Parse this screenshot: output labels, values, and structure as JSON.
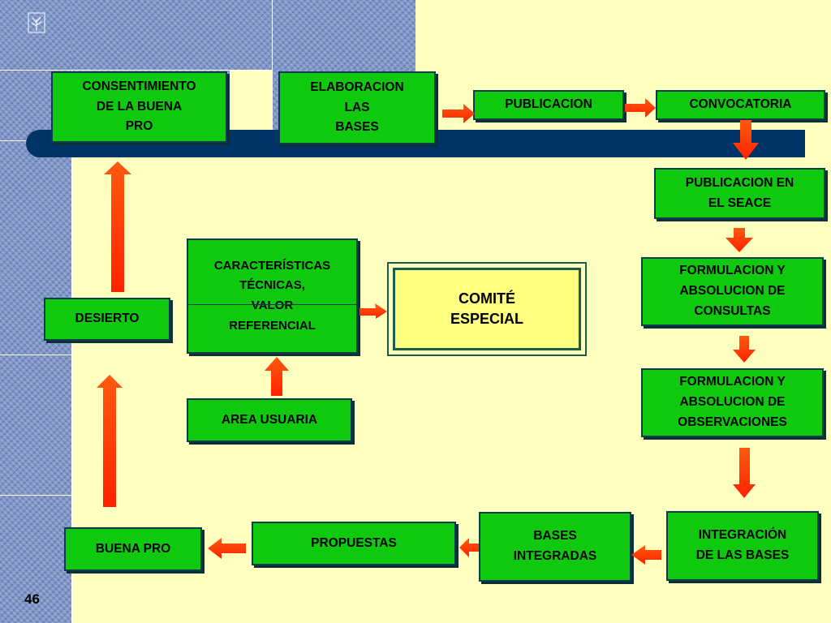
{
  "diagram": {
    "boxes": {
      "consentimiento": "CONSENTIMIENTO\nDE LA BUENA\nPRO",
      "elaboracion": "ELABORACION\nLAS\nBASES",
      "publicacion": "PUBLICACION",
      "convocatoria": "CONVOCATORIA",
      "seace": "PUBLICACION EN\nEL SEACE",
      "consultas": "FORMULACION Y\nABSOLUCION DE\nCONSULTAS",
      "observaciones": "FORMULACION Y\nABSOLUCION DE\nOBSERVACIONES",
      "integracion": "INTEGRACIÓN\nDE LAS BASES",
      "bases_integradas": "BASES\nINTEGRADAS",
      "propuestas": "PROPUESTAS",
      "buena_pro": "BUENA PRO",
      "desierto": "DESIERTO",
      "caracteristicas": "CARACTERÍSTICAS\nTÉCNICAS,\nVALOR\nREFERENCIAL",
      "area_usuaria": "AREA USUARIA",
      "comite": "COMITÉ\nESPECIAL"
    },
    "colors": {
      "box_fill": "#0ec90e",
      "arrow": "#ff3300",
      "bar": "#003366",
      "background": "#ffffc0",
      "comite_fill": "#ffff80"
    }
  },
  "slide": {
    "page_number": "46",
    "logo_icon": "tree-logo-icon"
  }
}
